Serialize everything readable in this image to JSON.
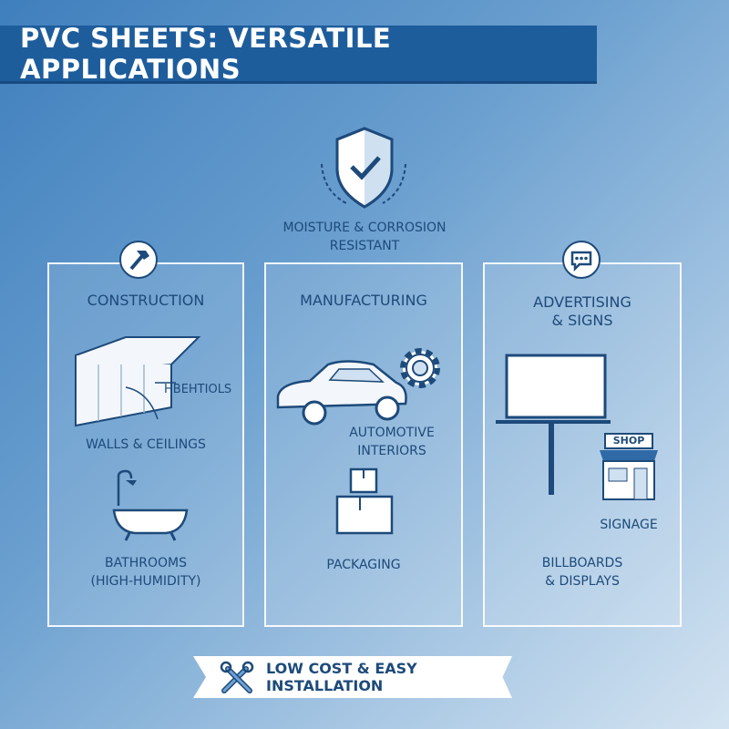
{
  "title": "PVC SHEETS: VERSATILE APPLICATIONS",
  "top_feature": {
    "label_line1": "MOISTURE & CORROSION",
    "label_line2": "RESISTANT",
    "icon": "shield-check-icon"
  },
  "panels": [
    {
      "heading": "CONSTRUCTION",
      "icon": "hammer-icon",
      "items": [
        {
          "label": "WALLS & CEILINGS",
          "callout": "HBEHTIOLS"
        },
        {
          "label_line1": "BATHROOMS",
          "label_line2": "(HIGH-HUMIDITY)"
        }
      ]
    },
    {
      "heading": "MANUFACTURING",
      "icon": "gear-icon",
      "items": [
        {
          "label_line1": "AUTOMOTIVE",
          "label_line2": "INTERIORS"
        },
        {
          "label": "PACKAGING"
        }
      ]
    },
    {
      "heading_line1": "ADVERTISING",
      "heading_line2": "& SIGNS",
      "icon": "speech-bubble-icon",
      "items": [
        {
          "label": "SIGNAGE",
          "shop_sign": "SHOP"
        },
        {
          "label_line1": "BILLBOARDS",
          "label_line2": "& DISPLAYS"
        }
      ]
    }
  ],
  "footer": {
    "label": "LOW COST & EASY INSTALLATION",
    "icon": "tools-icon"
  },
  "colors": {
    "banner": "#1e5d9c",
    "text": "#1d4a7a"
  }
}
